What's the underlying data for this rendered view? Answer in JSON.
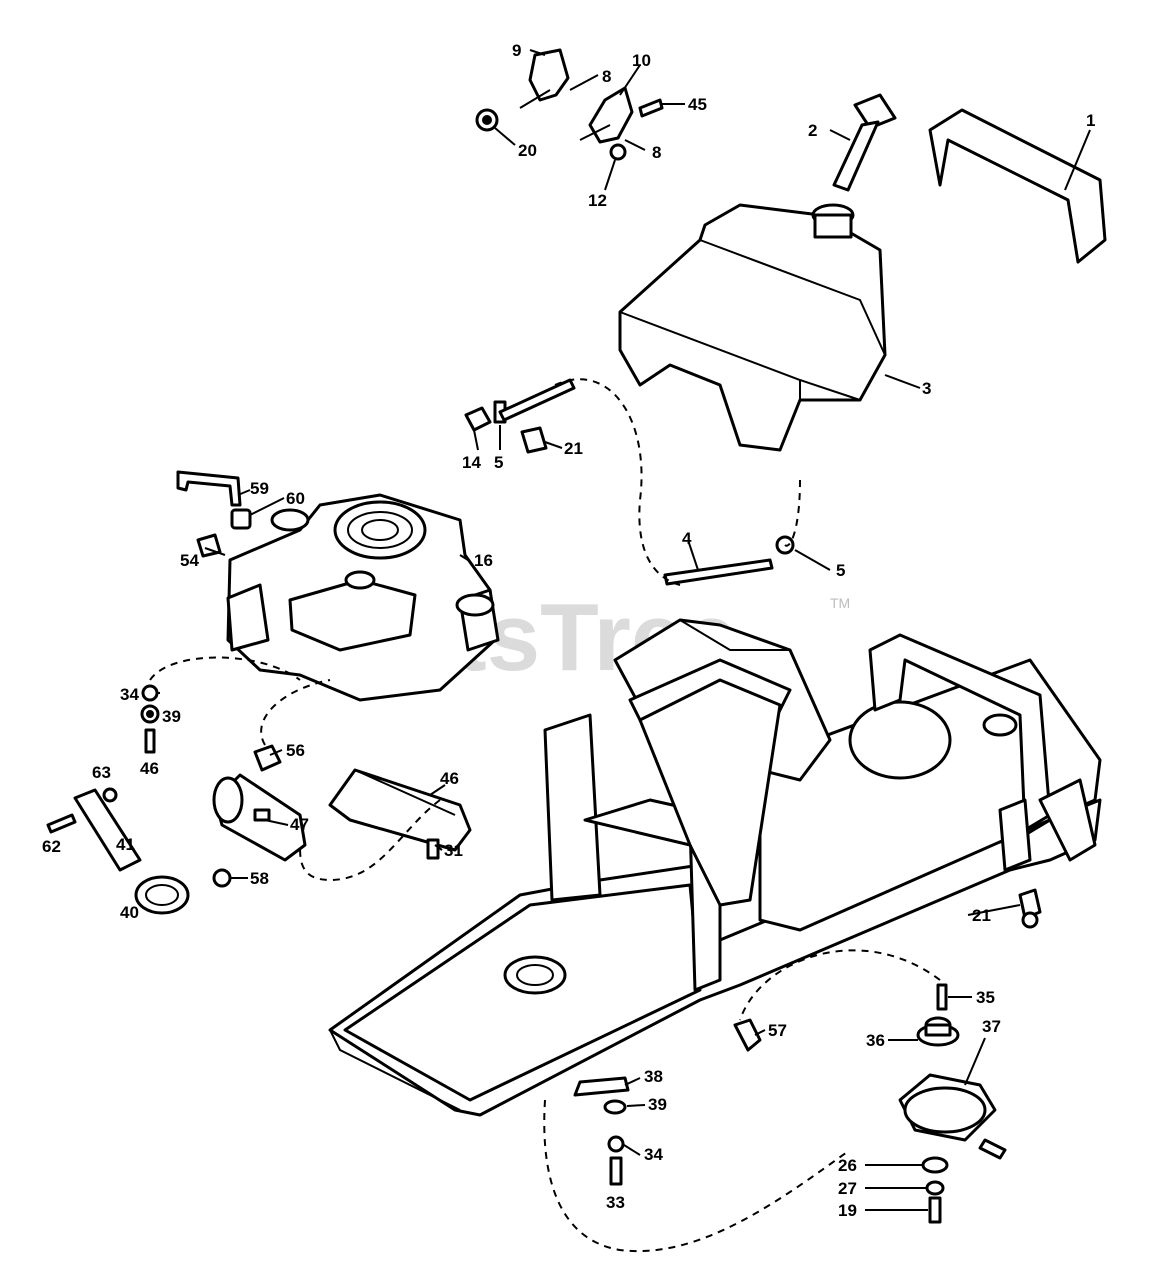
{
  "watermark": {
    "text": "PartsTree",
    "trademark": "TM",
    "color": "#cfcfcf"
  },
  "callouts": {
    "c1": "1",
    "c2": "2",
    "c3": "3",
    "c4": "4",
    "c5a": "5",
    "c5b": "5",
    "c8a": "8",
    "c8b": "8",
    "c9": "9",
    "c10": "10",
    "c12": "12",
    "c14": "14",
    "c16": "16",
    "c19": "19",
    "c20": "20",
    "c21a": "21",
    "c21b": "21",
    "c26": "26",
    "c27": "27",
    "c31": "31",
    "c33": "33",
    "c34a": "34",
    "c34b": "34",
    "c35": "35",
    "c36": "36",
    "c37": "37",
    "c38": "38",
    "c39a": "39",
    "c39b": "39",
    "c40": "40",
    "c41": "41",
    "c45": "45",
    "c46a": "46",
    "c46b": "46",
    "c47": "47",
    "c54": "54",
    "c56": "56",
    "c57": "57",
    "c58": "58",
    "c59": "59",
    "c60": "60",
    "c62": "62",
    "c63": "63"
  },
  "colors": {
    "line": "#000000",
    "background": "#ffffff"
  }
}
